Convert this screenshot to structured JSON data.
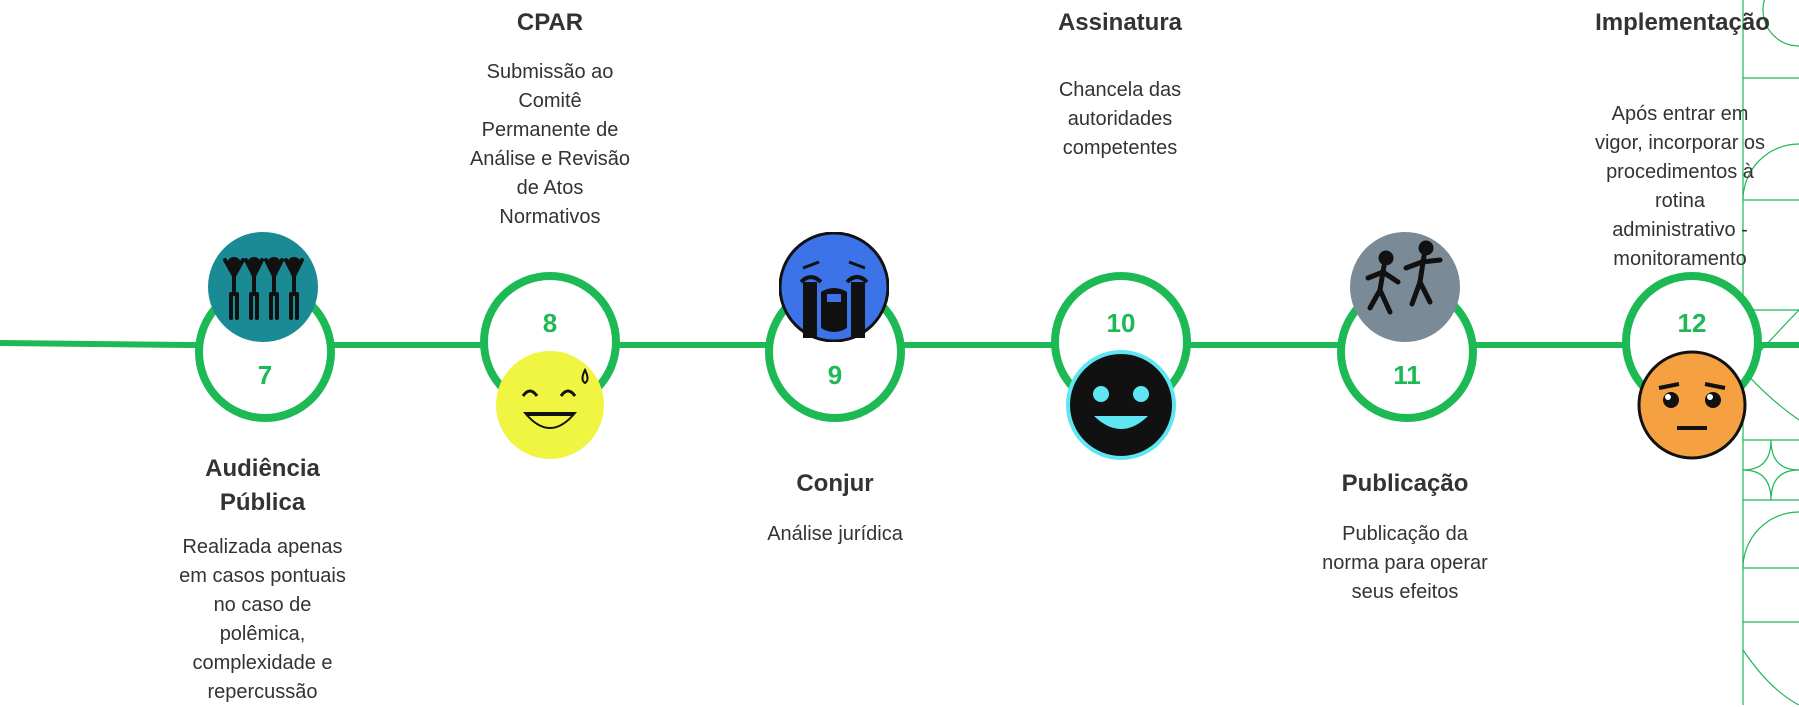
{
  "accent_color": "#1db954",
  "steps": [
    {
      "number": "7",
      "title_lines": [
        "Audiência",
        "Pública"
      ],
      "description_lines": [
        "Realizada apenas",
        "em casos pontuais",
        "no caso de",
        "polêmica,",
        "complexidade e",
        "repercussão"
      ],
      "icon": "people-group-icon",
      "icon_color": "#1a8a94"
    },
    {
      "number": "8",
      "title_lines": [
        "CPAR"
      ],
      "description_lines": [
        "Submissão ao",
        "Comitê",
        "Permanente de",
        "Análise e Revisão",
        "de Atos",
        "Normativos"
      ],
      "icon": "grinning-sweat-face-icon",
      "icon_color": "#f0f542"
    },
    {
      "number": "9",
      "title_lines": [
        "Conjur"
      ],
      "description_lines": [
        "Análise jurídica"
      ],
      "icon": "loudly-crying-face-icon",
      "icon_color": "#3d73e8"
    },
    {
      "number": "10",
      "title_lines": [
        "Assinatura"
      ],
      "description_lines": [
        "Chancela das",
        "autoridades",
        "competentes"
      ],
      "icon": "smiling-face-icon",
      "icon_color": "#111111"
    },
    {
      "number": "11",
      "title_lines": [
        "Publicação"
      ],
      "description_lines": [
        "Publicação da",
        "norma para operar",
        "seus efeitos"
      ],
      "icon": "dancing-people-icon",
      "icon_color": "#7a8a96"
    },
    {
      "number": "12",
      "title_lines": [
        "Implementação"
      ],
      "description_lines": [
        "Após entrar em",
        "vigor, incorporar os",
        "procedimentos à",
        "rotina",
        "administrativo -",
        "monitoramento"
      ],
      "icon": "neutral-face-icon",
      "icon_color": "#f5a142"
    }
  ]
}
